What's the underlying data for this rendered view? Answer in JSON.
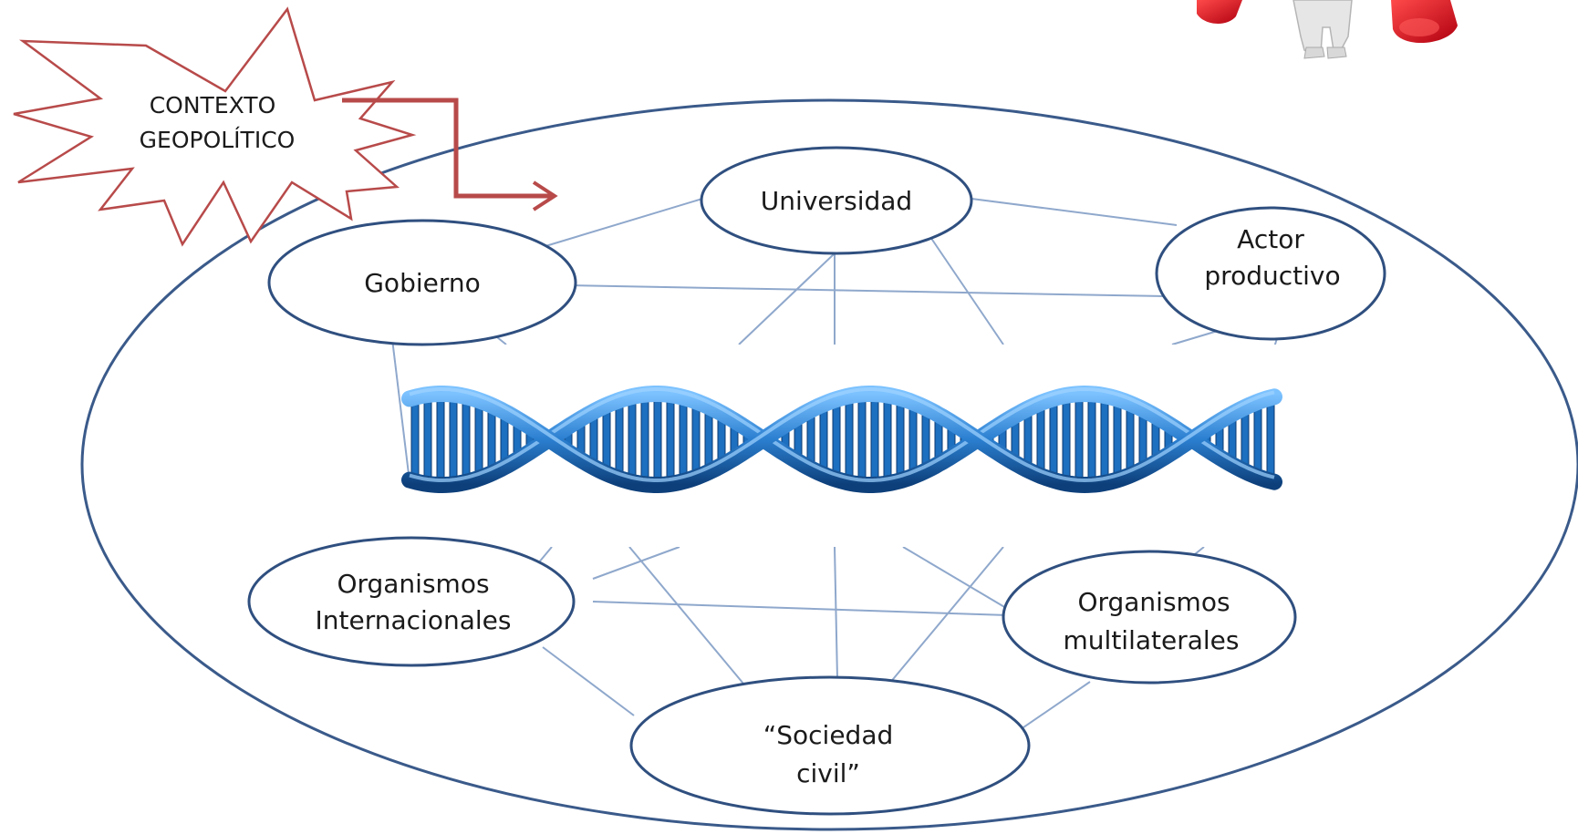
{
  "diagram": {
    "context": {
      "lines": [
        "CONTEXTO",
        "GEOPOLÍTICO"
      ]
    },
    "nodes": {
      "universidad": [
        "Universidad"
      ],
      "actor_productivo": [
        "Actor",
        "productivo"
      ],
      "gobierno": [
        "Gobierno"
      ],
      "organismos_internacionales": [
        "Organismos",
        "Internacionales"
      ],
      "organismos_multilaterales": [
        "Organismos",
        "multilaterales"
      ],
      "sociedad_civil": [
        "“Sociedad",
        "civil”"
      ]
    },
    "colors": {
      "outer_ellipse": "#3a5a8a",
      "node_stroke": "#2f4f7f",
      "connector": "#8fa8cc",
      "burst_stroke": "#b84a4a",
      "arrow": "#b84a4a",
      "dna": "#2b7fd0",
      "figure_red": "#d81020"
    },
    "icons": [
      "starburst-shape",
      "arrow-icon",
      "dna-helix-icon",
      "figure-with-red-blocks-icon"
    ]
  }
}
